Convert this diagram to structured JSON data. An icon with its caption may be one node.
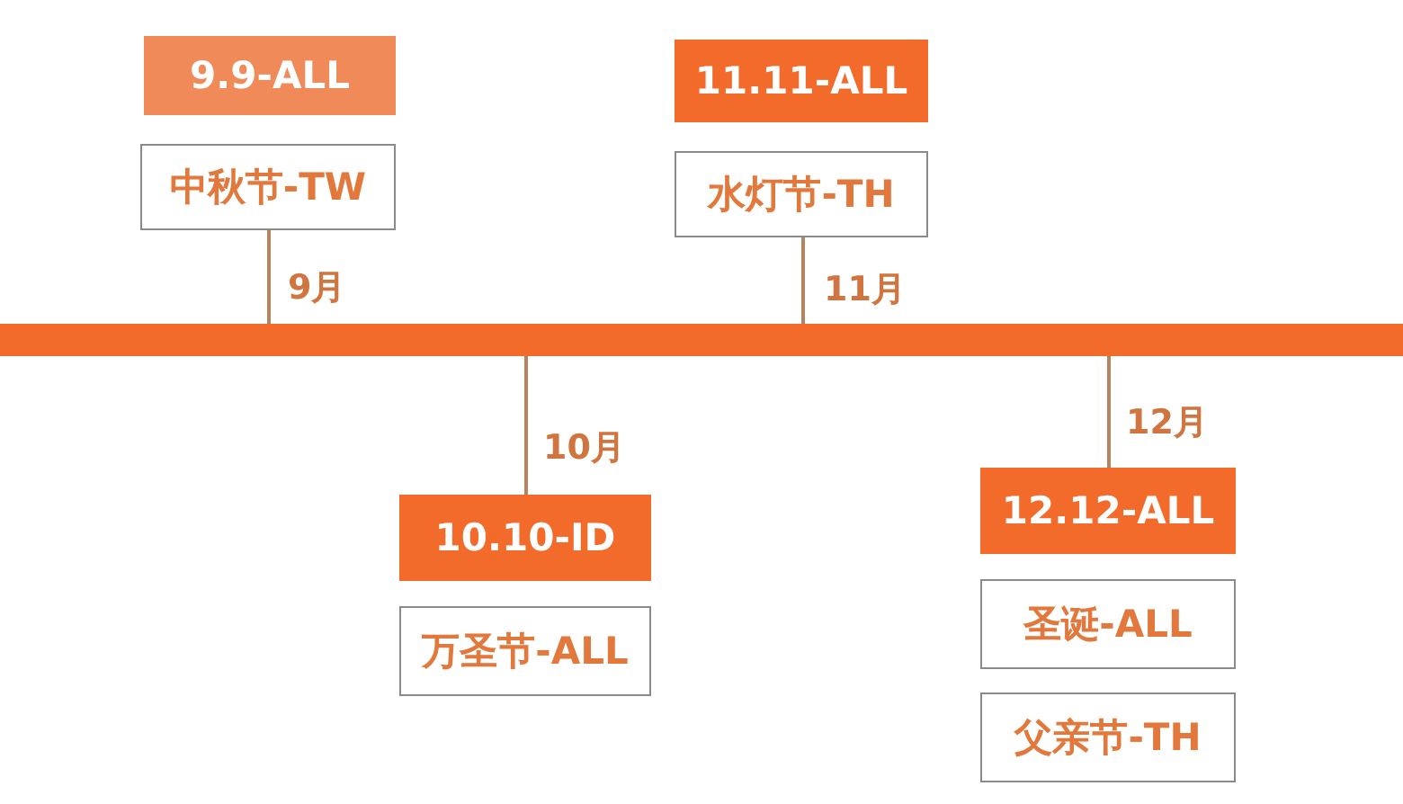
{
  "diagram": {
    "nodes": [
      {
        "text": [],
        "shape": "bar"
      },
      {
        "text": [
          "9.9-ALL"
        ]
      },
      {
        "text": [
          "中秋节-TW"
        ]
      },
      {
        "text": [
          "11.11-ALL"
        ]
      },
      {
        "text": [
          "水灯节-TH"
        ]
      },
      {
        "text": [
          "10.10-ID"
        ]
      },
      {
        "text": [
          "万圣节-ALL"
        ]
      },
      {
        "text": [
          "12.12-ALL"
        ]
      },
      {
        "text": [
          "圣诞-ALL"
        ]
      },
      {
        "text": [
          "父亲节-TH"
        ]
      }
    ],
    "edges": [
      {
        "from": 0,
        "to": 2,
        "arrow": "none"
      },
      {
        "from": 0,
        "to": 4,
        "arrow": "none"
      },
      {
        "from": 0,
        "to": 5,
        "arrow": "none"
      },
      {
        "from": 0,
        "to": 7,
        "arrow": "none"
      }
    ],
    "labels": [
      "9月",
      "11月",
      "10月",
      "12月"
    ]
  }
}
